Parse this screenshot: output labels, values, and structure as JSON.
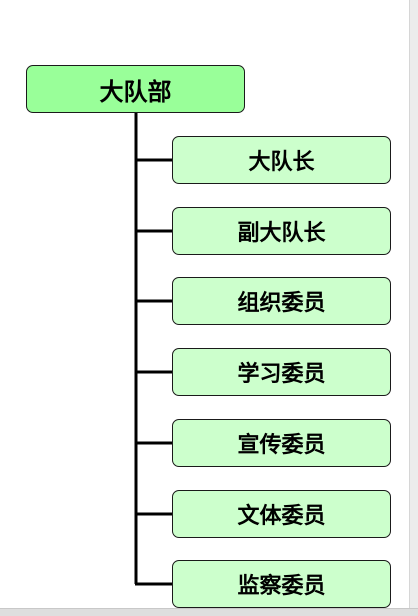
{
  "diagram": {
    "root": {
      "label": "大队部"
    },
    "children": [
      {
        "label": "大队长"
      },
      {
        "label": "副大队长"
      },
      {
        "label": "组织委员"
      },
      {
        "label": "学习委员"
      },
      {
        "label": "宣传委员"
      },
      {
        "label": "文体委员"
      },
      {
        "label": "监察委员"
      }
    ],
    "colors": {
      "root_fill": "#99ff99",
      "child_fill": "#ccffcc",
      "line": "#000000"
    }
  }
}
